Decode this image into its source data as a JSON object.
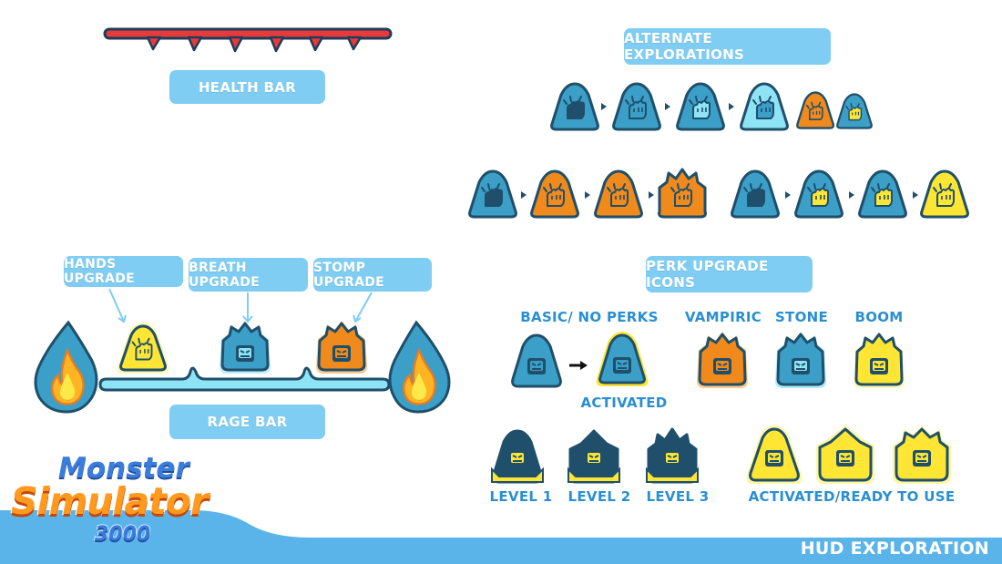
{
  "labels": {
    "health_bar": "HEALTH BAR",
    "alternate_explorations": "ALTERNATE EXPLORATIONS",
    "hands_upgrade": "HANDS UPGRADE",
    "breath_upgrade": "BREATH UPGRADE",
    "stomp_upgrade": "STOMP UPGRADE",
    "rage_bar": "RAGE BAR",
    "perk_upgrade_icons": "PERK UPGRADE ICONS",
    "basic_no_perks": "BASIC/ NO PERKS",
    "activated": "ACTIVATED",
    "vampiric": "VAMPIRIC",
    "stone": "STONE",
    "boom": "BOOM",
    "level_1": "LEVEL 1",
    "level_2": "LEVEL 2",
    "level_3": "LEVEL 3",
    "activated_ready": "ACTIVATED/READY TO USE",
    "hud_exploration": "HUD EXPLORATION"
  },
  "logo": {
    "line1": "Monster",
    "line2": "Simulator",
    "line3": "3000"
  },
  "colors": {
    "pill": "#7fcdf2",
    "label_text": "#2a8fd0",
    "icon_teal": "#3b9fc7",
    "icon_dark": "#1f4f6b",
    "icon_orange": "#f08a1c",
    "icon_yellow": "#ffe534",
    "health_red": "#e63b3b",
    "footer_blue": "#5ab4ea"
  }
}
